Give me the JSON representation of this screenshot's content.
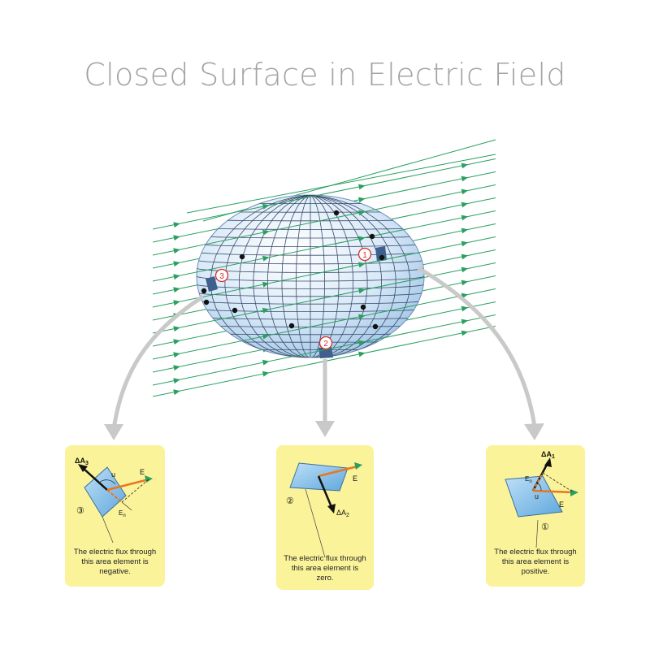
{
  "title": "Closed Surface in Electric Field",
  "colors": {
    "field_line": "#2aa060",
    "field_vector": "#e87722",
    "surface_fill": "#cfe4f6",
    "grid_line": "#3a4a6a",
    "marker": "#d92b2b",
    "card": "#faf39a",
    "arrow_gray": "#c9c9c9",
    "title": "#a3a3a3"
  },
  "markers": [
    "1",
    "2",
    "3"
  ],
  "panels": [
    {
      "id": "3",
      "area_label": "ΔA",
      "area_sub": "3",
      "angle_label": "u",
      "e_label": "E",
      "en_label": "E",
      "en_sub": "n",
      "number": "③",
      "caption": [
        "The electric flux through",
        "this area element is",
        "negative."
      ]
    },
    {
      "id": "2",
      "area_label": "ΔA",
      "area_sub": "2",
      "e_label": "E",
      "number": "②",
      "caption": [
        "The electric flux through",
        "this area element is",
        "zero."
      ]
    },
    {
      "id": "1",
      "area_label": "ΔA",
      "area_sub": "1",
      "angle_label": "u",
      "e_label": "E",
      "en_label": "E",
      "en_sub": "n",
      "number": "①",
      "caption": [
        "The electric flux through",
        "this area element is",
        "positive."
      ]
    }
  ]
}
